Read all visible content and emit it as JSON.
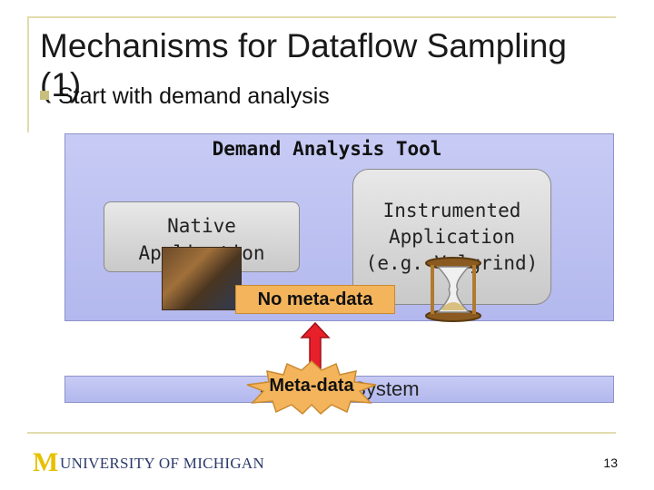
{
  "slide": {
    "title": "Mechanisms for Dataflow Sampling",
    "title_continued": "(1)",
    "bullet": "Start with demand analysis",
    "tool_label": "Demand Analysis Tool",
    "native_app": [
      "Native",
      "Application"
    ],
    "instrumented_app": [
      "Instrumented",
      "Application",
      "(e.g. Valgrind)"
    ],
    "no_meta_label": "No meta-data",
    "os_label": "Operating System",
    "meta_label": "Meta-data",
    "logo_text": "UNIVERSITY OF MICHIGAN",
    "page_number": "13"
  },
  "colors": {
    "accent_frame": "#e2dcae",
    "tool_box": "#c7cbf4",
    "label_orange": "#f4b45c",
    "arrow_red": "#e8202a"
  }
}
